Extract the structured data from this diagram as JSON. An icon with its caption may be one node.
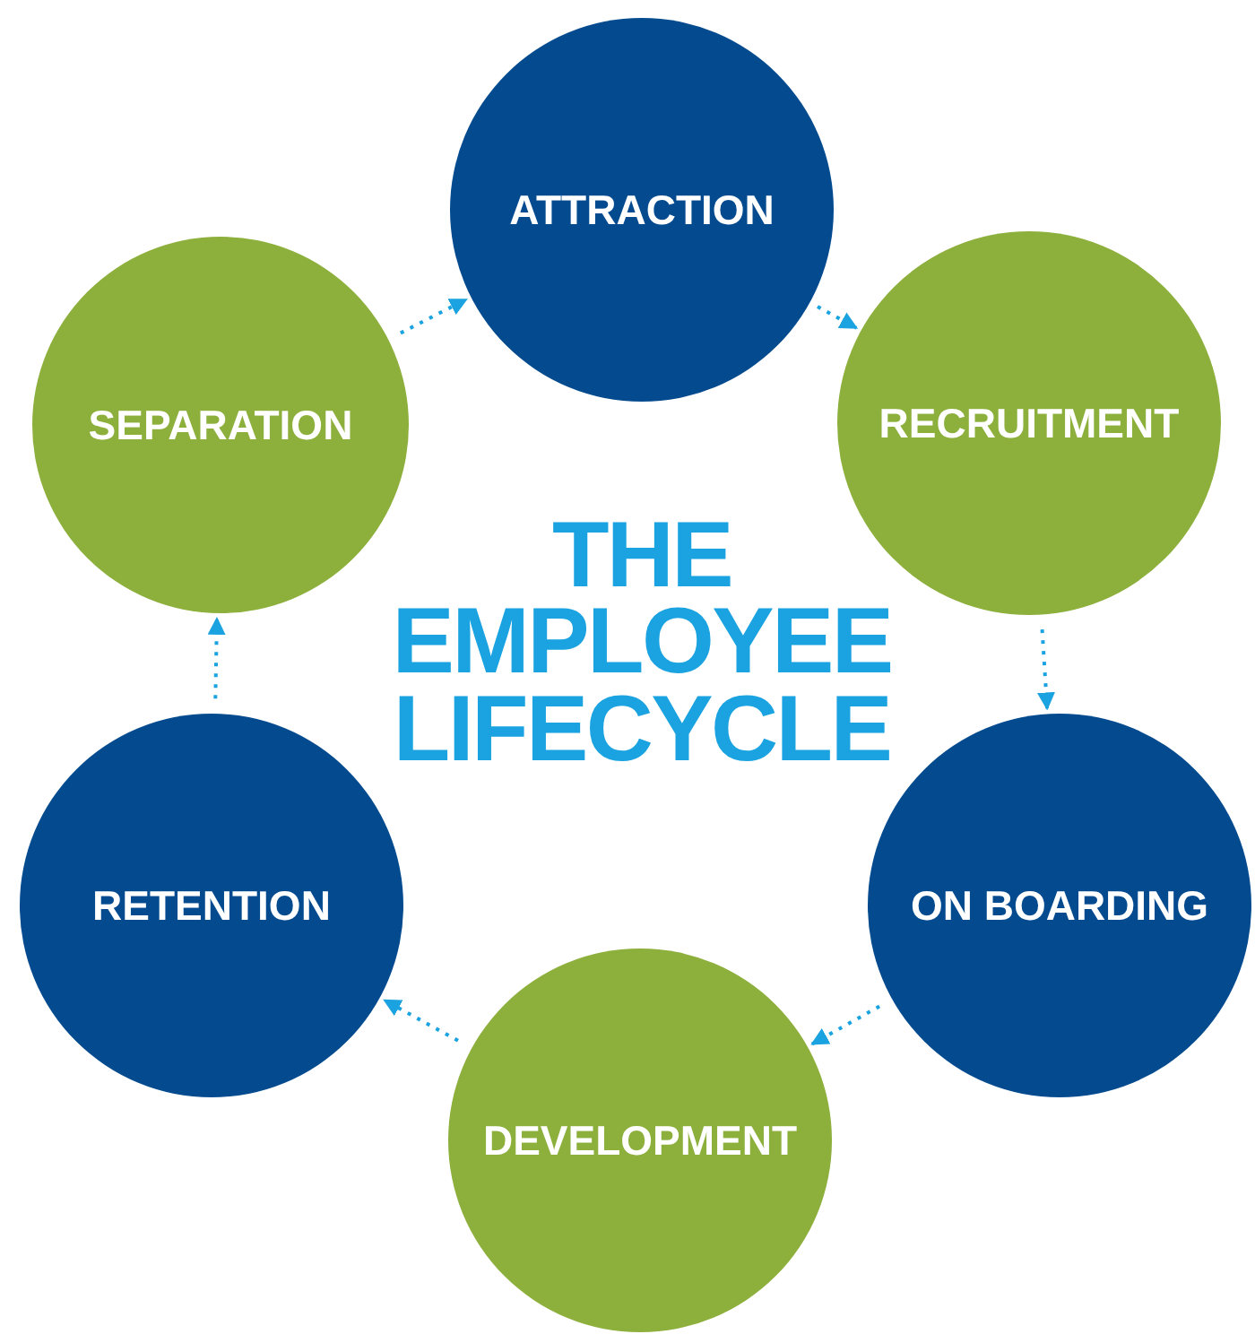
{
  "diagram": {
    "title": "THE EMPLOYEE LIFECYCLE",
    "nodes": [
      {
        "text": [
          "ATTRACTION"
        ]
      },
      {
        "text": [
          "RECRUITMENT"
        ]
      },
      {
        "text": [
          "ON BOARDING"
        ]
      },
      {
        "text": [
          "DEVELOPMENT"
        ]
      },
      {
        "text": [
          "RETENTION"
        ]
      },
      {
        "text": [
          "SEPARATION"
        ]
      }
    ],
    "edges": [
      {
        "from": 5,
        "to": 0,
        "arrow": "to",
        "style": "dashed"
      },
      {
        "from": 0,
        "to": 1,
        "arrow": "to",
        "style": "dashed"
      },
      {
        "from": 1,
        "to": 2,
        "arrow": "to",
        "style": "dashed"
      },
      {
        "from": 2,
        "to": 3,
        "arrow": "to",
        "style": "dashed"
      },
      {
        "from": 3,
        "to": 4,
        "arrow": "to",
        "style": "dashed"
      },
      {
        "from": 4,
        "to": 5,
        "arrow": "to",
        "style": "dashed"
      }
    ]
  }
}
